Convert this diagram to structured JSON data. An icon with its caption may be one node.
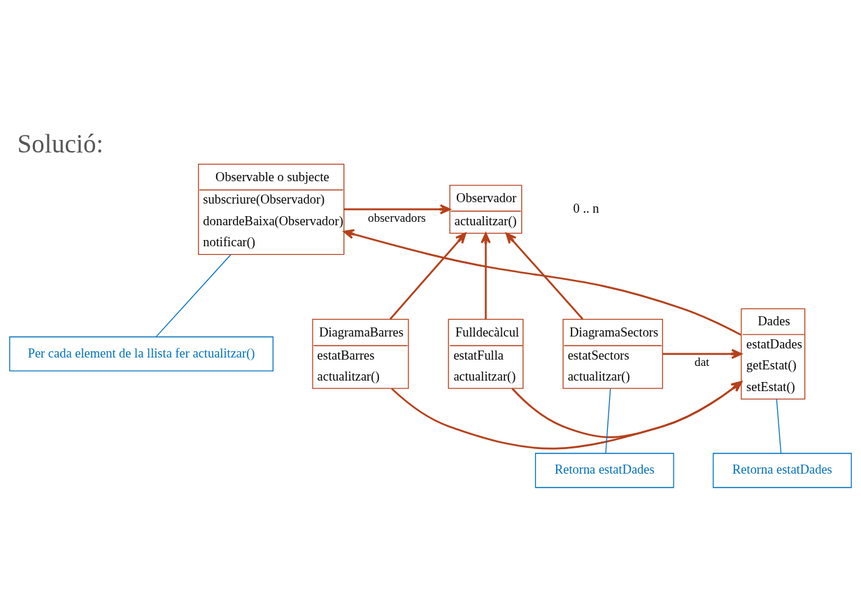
{
  "diagram": {
    "title": "Solució:",
    "nodes": [
      {
        "text": [
          "Observable o subjecte",
          "subscriure(Observador)",
          "donardeBaixa(Observador)",
          "notificar()"
        ]
      },
      {
        "text": [
          "Observador",
          "actualitzar()"
        ]
      },
      {
        "text": [
          "DiagramaBarres",
          "estatBarres",
          "actualitzar()"
        ]
      },
      {
        "text": [
          "Fulldecàlcul",
          "estatFulla",
          "actualitzar()"
        ]
      },
      {
        "text": [
          "Dades",
          "estatDades",
          "getEstat()",
          "setEstat()"
        ]
      },
      {
        "text": [
          "DiagramaSectors",
          "estatSectors",
          "actualitzar()"
        ]
      },
      {
        "text": [
          "Per cada element de la llista fer actualitzar()"
        ]
      },
      {
        "text": [
          "Retorna estatDades"
        ]
      },
      {
        "text": [
          "Retorna estatDades"
        ]
      }
    ],
    "edges": [
      {
        "from": 0,
        "to": 1,
        "arrow": "to",
        "label": "observadors"
      },
      {
        "from": 4,
        "to": 0,
        "arrow": "to"
      },
      {
        "from": 2,
        "to": 1,
        "arrow": "to"
      },
      {
        "from": 5,
        "to": 1,
        "arrow": "to"
      },
      {
        "from": 3,
        "to": 1,
        "arrow": "to"
      },
      {
        "from": 2,
        "to": 4,
        "arrow": "to"
      },
      {
        "from": 3,
        "to": 4,
        "arrow": "to"
      },
      {
        "from": 5,
        "to": 4,
        "arrow": "to",
        "label": "dat"
      },
      {
        "from": 6,
        "to": 0,
        "arrow": "none",
        "color": "#0070c0"
      },
      {
        "from": 7,
        "to": 4,
        "arrow": "none",
        "color": "#0070c0"
      },
      {
        "from": 8,
        "to": 5,
        "arrow": "none",
        "color": "#0070c0"
      }
    ],
    "labels": [
      "0 .. n"
    ]
  }
}
